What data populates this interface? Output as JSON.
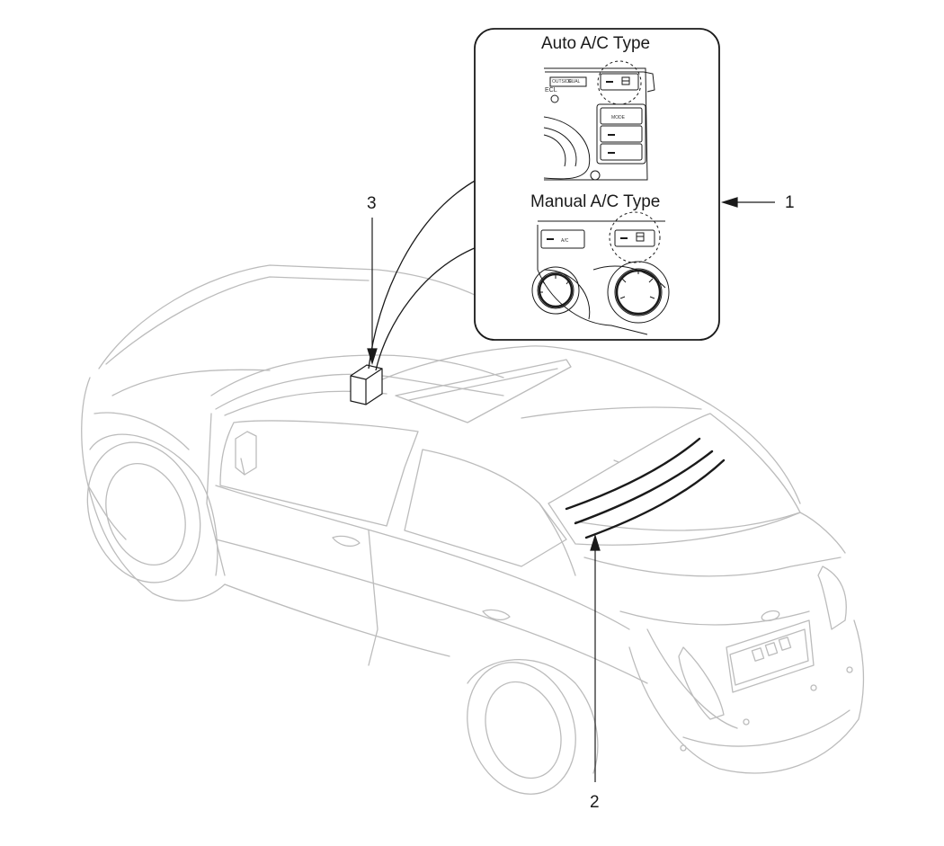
{
  "inset": {
    "auto_title": "Auto A/C Type",
    "manual_title": "Manual A/C Type",
    "auto_panel_labels": [
      "OUTSIDE",
      "DUAL",
      "ECL",
      "MODE"
    ],
    "manual_panel_label": "A/C"
  },
  "callouts": [
    {
      "id": "1",
      "label": "1"
    },
    {
      "id": "2",
      "label": "2"
    },
    {
      "id": "3",
      "label": "3"
    }
  ],
  "colors": {
    "line_dark": "#1a1a1a",
    "line_light": "#b8b8b8",
    "background": "#ffffff"
  }
}
